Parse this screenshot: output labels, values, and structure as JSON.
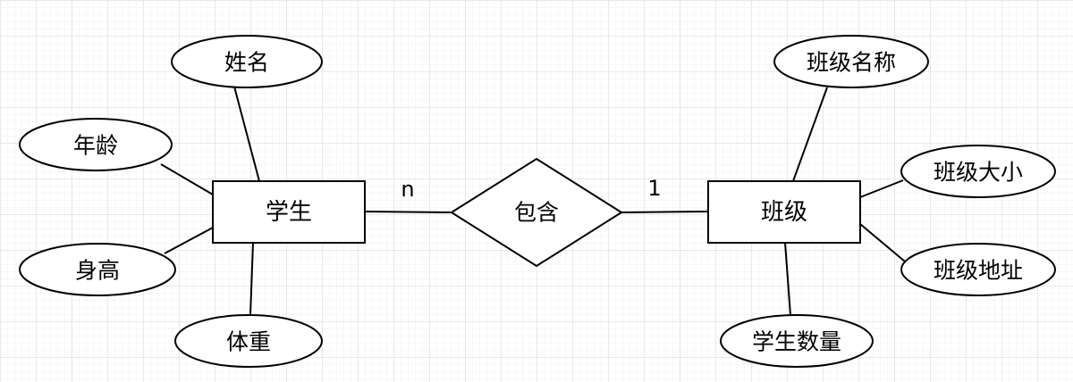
{
  "diagram": {
    "type": "entity-relationship",
    "entities": [
      {
        "label": "学生"
      },
      {
        "label": "班级"
      }
    ],
    "relationship": {
      "label": "包含",
      "cardinality_left": "n",
      "cardinality_right": "1"
    },
    "student_attributes": [
      {
        "label": "姓名"
      },
      {
        "label": "年龄"
      },
      {
        "label": "身高"
      },
      {
        "label": "体重"
      }
    ],
    "class_attributes": [
      {
        "label": "班级名称"
      },
      {
        "label": "班级大小"
      },
      {
        "label": "班级地址"
      },
      {
        "label": "学生数量"
      }
    ],
    "colors": {
      "shape_fill": "#ffffff",
      "shape_stroke": "#000000",
      "text": "#000000",
      "grid_line": "#e8e8e8",
      "canvas_background": "#ffffff"
    }
  }
}
